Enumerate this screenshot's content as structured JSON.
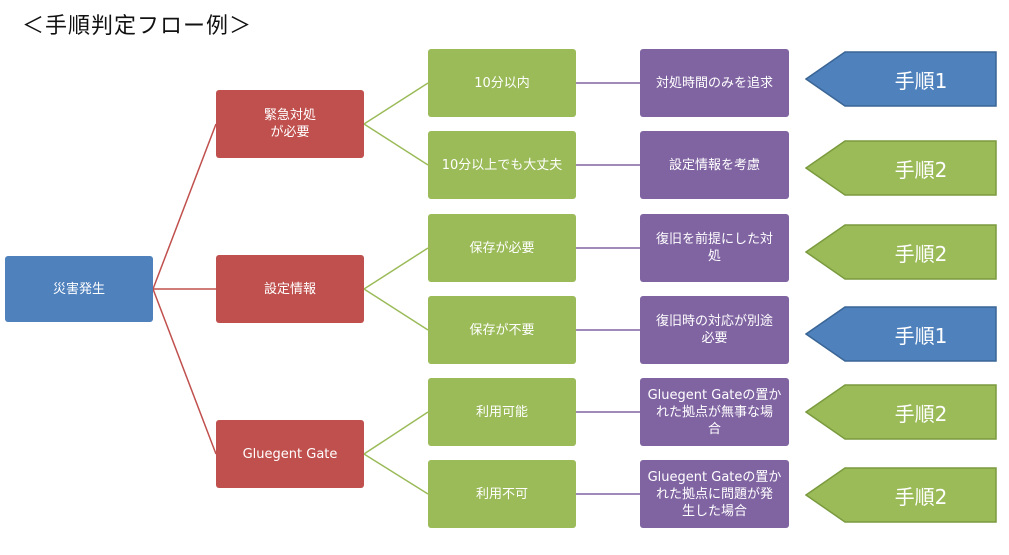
{
  "title": "＜手順判定フロー例＞",
  "colors": {
    "blue": "#4f81bd",
    "red": "#c0504d",
    "green": "#9bbb59",
    "purple": "#8064a2",
    "blue_border": "#3a6595",
    "green_border": "#7a9a3e"
  },
  "root": {
    "label": "災害発生"
  },
  "branches": [
    {
      "label": "緊急対処\nが必要",
      "options": [
        {
          "label": "10分以内",
          "action": "対処時間のみを追求",
          "procedure": "手順1",
          "procedure_color": "blue"
        },
        {
          "label": "10分以上でも大丈夫",
          "action": "設定情報を考慮",
          "procedure": "手順2",
          "procedure_color": "green"
        }
      ]
    },
    {
      "label": "設定情報",
      "options": [
        {
          "label": "保存が必要",
          "action": "復旧を前提にした対\n処",
          "procedure": "手順2",
          "procedure_color": "green"
        },
        {
          "label": "保存が不要",
          "action": "復旧時の対応が別途\n必要",
          "procedure": "手順1",
          "procedure_color": "blue"
        }
      ]
    },
    {
      "label": "Gluegent Gate",
      "options": [
        {
          "label": "利用可能",
          "action": "Gluegent Gateの置か\nれた拠点が無事な場\n合",
          "procedure": "手順2",
          "procedure_color": "green"
        },
        {
          "label": "利用不可",
          "action": "Gluegent Gateの置か\nれた拠点に問題が発\n生した場合",
          "procedure": "手順2",
          "procedure_color": "green"
        }
      ]
    }
  ]
}
